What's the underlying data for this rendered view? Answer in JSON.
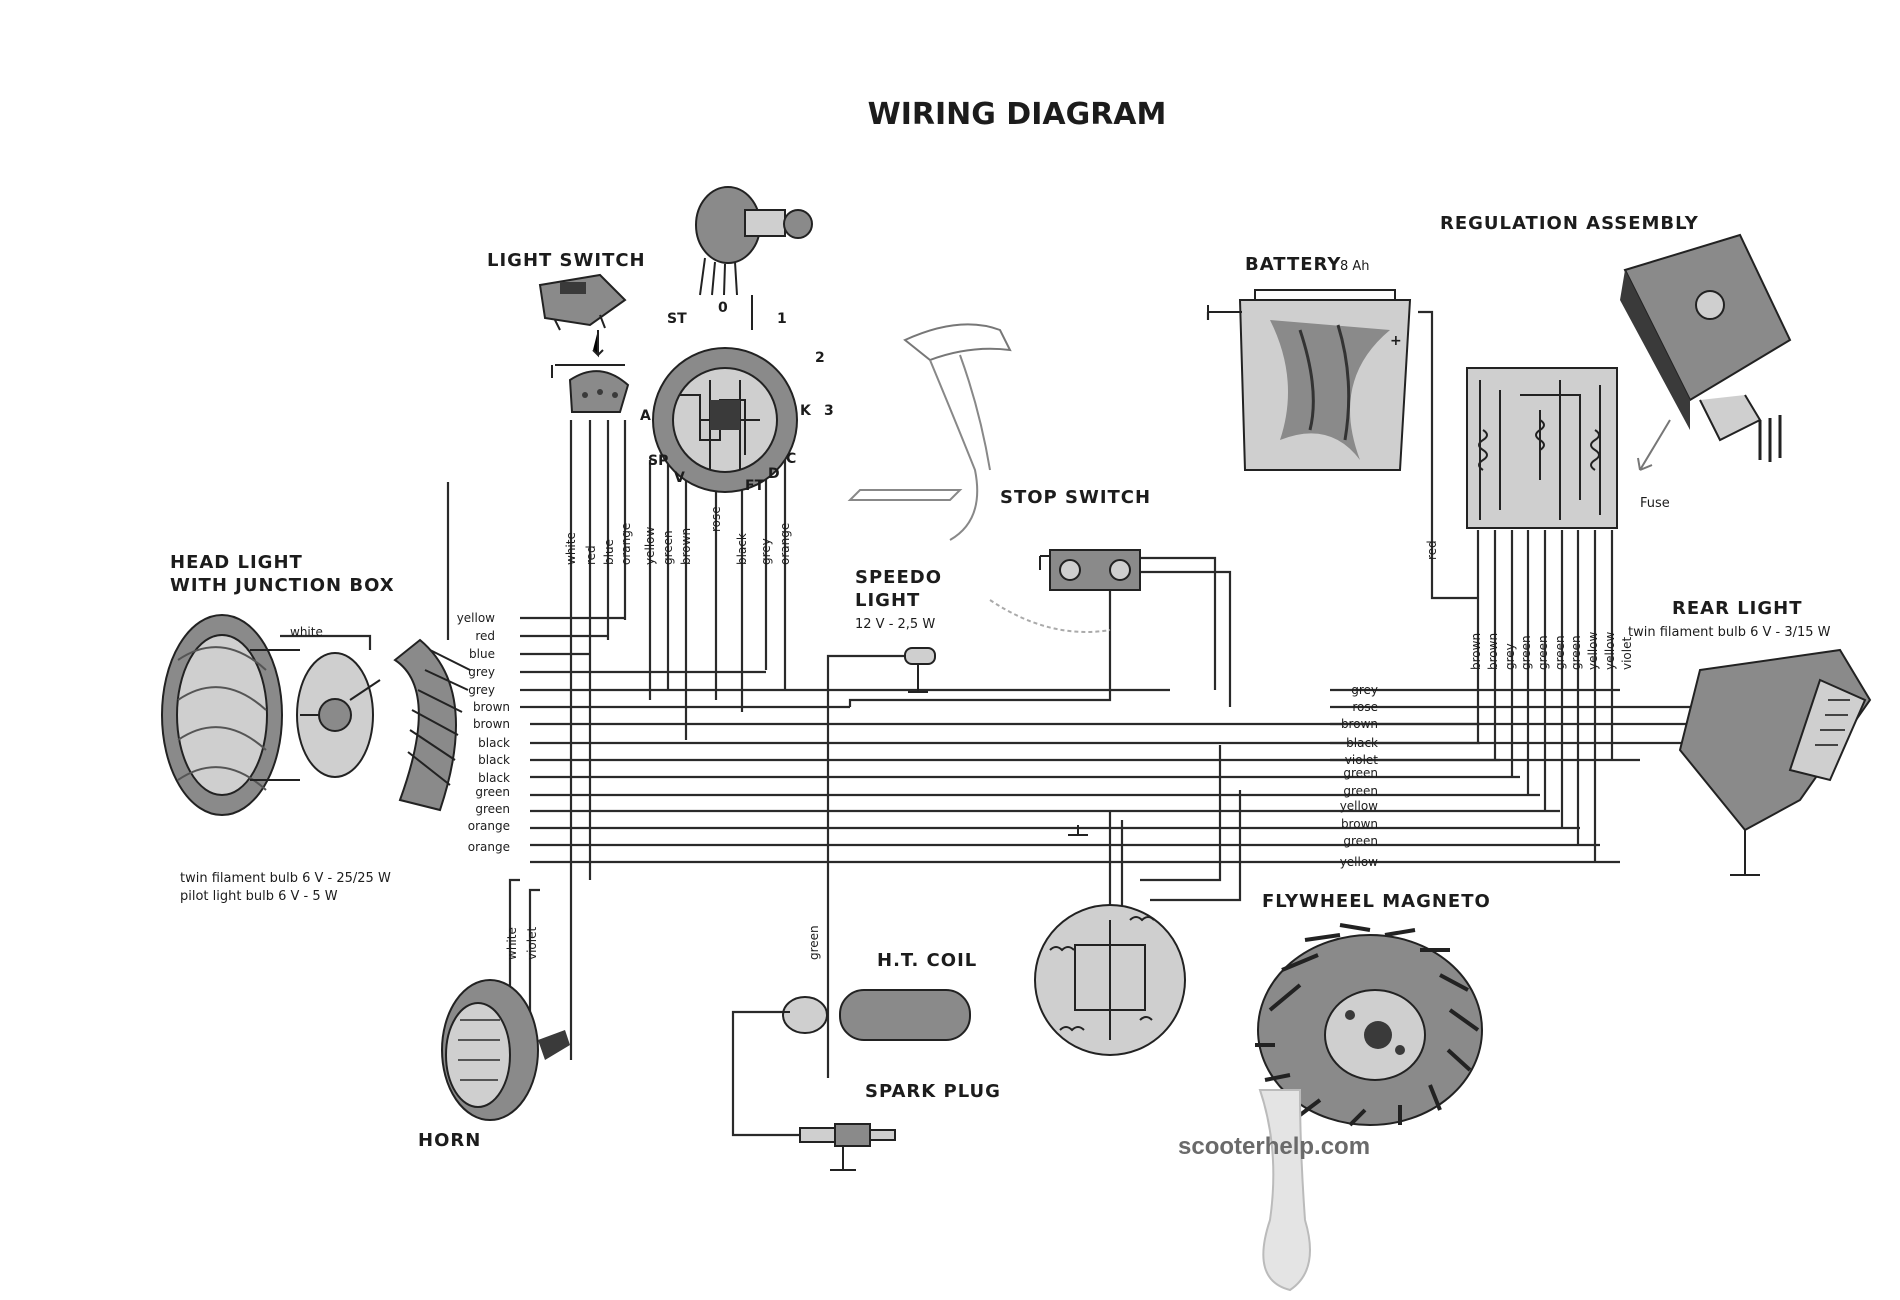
{
  "title": "WIRING DIAGRAM",
  "components": {
    "headlight": {
      "name_line1": "HEAD LIGHT",
      "name_line2": "WITH JUNCTION BOX",
      "spec_line1": "twin filament bulb 6 V - 25/25 W",
      "spec_line2": "pilot light bulb 6 V - 5 W"
    },
    "light_switch": {
      "name": "LIGHT SWITCH"
    },
    "ignition_switch": {
      "positions": [
        "ST",
        "0",
        "1",
        "2",
        "3",
        "K",
        "A",
        "SP",
        "V",
        "FT",
        "D",
        "C"
      ]
    },
    "speedo_light": {
      "name_line1": "SPEEDO",
      "name_line2": "LIGHT",
      "spec": "12 V - 2,5 W"
    },
    "stop_switch": {
      "name": "STOP SWITCH"
    },
    "battery": {
      "name": "BATTERY",
      "spec": "8 Ah"
    },
    "regulation_assembly": {
      "name": "REGULATION ASSEMBLY",
      "fuse_label": "Fuse"
    },
    "rear_light": {
      "name": "REAR LIGHT",
      "spec": "twin filament bulb 6 V - 3/15 W"
    },
    "flywheel_magneto": {
      "name": "FLYWHEEL MAGNETO"
    },
    "ht_coil": {
      "name": "H.T. COIL"
    },
    "spark_plug": {
      "name": "SPARK PLUG"
    },
    "horn": {
      "name": "HORN"
    }
  },
  "watermark": "scooterhelp.com",
  "wires": {
    "headlight_white": "white",
    "light_switch_wires": [
      "white",
      "red",
      "blue",
      "orange"
    ],
    "ignition_switch_wires": [
      "yellow",
      "green",
      "brown",
      "rose",
      "black",
      "grey",
      "orange"
    ],
    "junction_box_left": [
      "yellow",
      "red",
      "blue",
      "grey",
      "grey",
      "brown",
      "brown",
      "black",
      "black",
      "black",
      "green",
      "green",
      "orange",
      "orange"
    ],
    "right_bundle": [
      "grey",
      "rose",
      "brown",
      "black",
      "violet",
      "green",
      "green",
      "yellow",
      "brown",
      "green",
      "yellow"
    ],
    "regulator_wires": [
      "brown",
      "brown",
      "grey",
      "green",
      "green",
      "green",
      "green",
      "yellow",
      "yellow",
      "violet"
    ],
    "battery_wire": "red",
    "speedo_wire": "green",
    "horn_wires": [
      "white",
      "violet"
    ]
  }
}
